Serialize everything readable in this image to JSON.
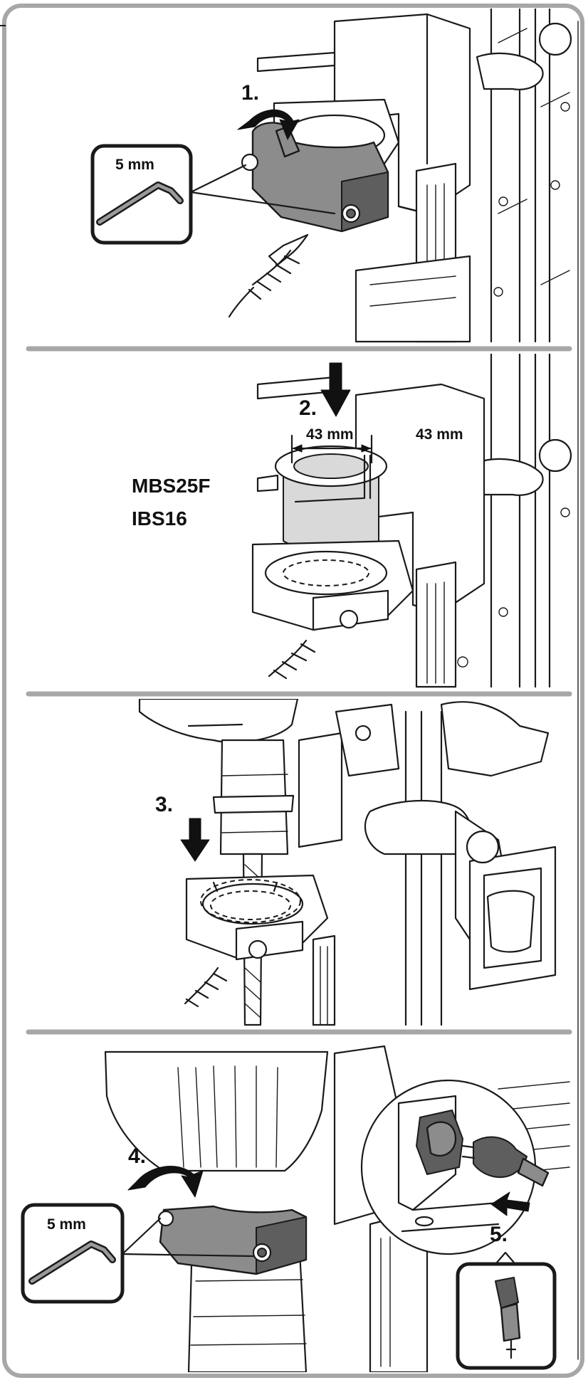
{
  "steps": {
    "step1": {
      "label": "1.",
      "tool_size": "5 mm",
      "tool_icon": "allen-key-icon",
      "action_icon": "rotate-arrow-icon"
    },
    "step2": {
      "label": "2.",
      "dim_left": "43 mm",
      "dim_right": "43 mm",
      "models": [
        "MBS25F",
        "IBS16"
      ],
      "action_icon": "down-arrow-icon"
    },
    "step3": {
      "label": "3.",
      "action_icon": "down-arrow-icon"
    },
    "step4": {
      "label": "4.",
      "tool_size": "5 mm",
      "tool_icon": "allen-key-icon",
      "action_icon": "rotate-arrow-icon"
    },
    "step5": {
      "label": "5.",
      "action_icon": "plug-arrow-icon",
      "tool_icon": "power-plug-icon"
    }
  },
  "colors": {
    "frame": "#a7a7a7",
    "line": "#1a1a1a",
    "clamp_fill": "#8c8c8c",
    "page": "#ffffff"
  }
}
